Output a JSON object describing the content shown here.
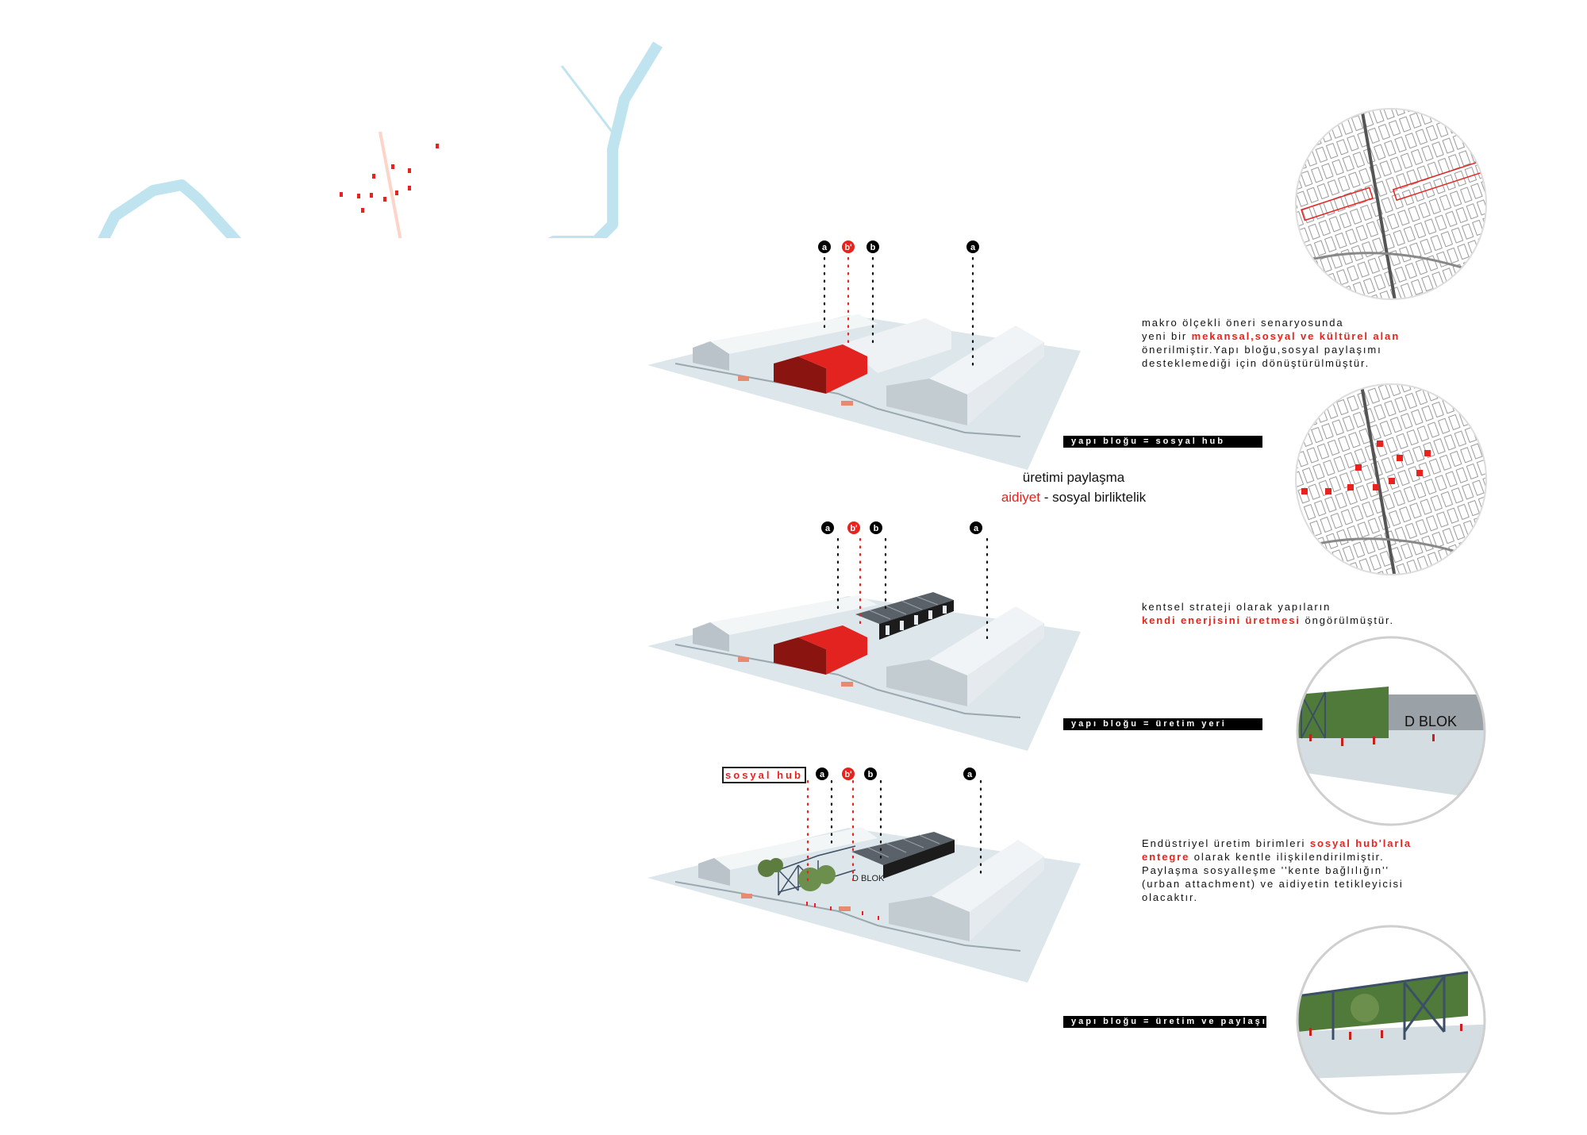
{
  "labels": {
    "a": "a",
    "b_prime": "b'",
    "b": "b"
  },
  "block1": {
    "l1": "makro ölçekli öneri senaryosunda",
    "l2a": "yeni bir ",
    "l2b": "mekansal,sosyal ve kültürel alan",
    "l3": "önerilmiştir.Yapı bloğu,sosyal paylaşımı",
    "l4": "desteklemediği için dönüştürülmüştür."
  },
  "block2": {
    "l1": "kentsel strateji olarak yapıların",
    "l2a": "kendi enerjisini üretmesi",
    "l2b": " öngörülmüştür."
  },
  "block3": {
    "l1a": "Endüstriyel üretim birimleri ",
    "l1b": "sosyal hub'larla",
    "l2a": "entegre",
    "l2b": " olarak kentle ilişkilendirilmiştir.",
    "l3": "Paylaşma sosyalleşme ''kente bağlılığın''",
    "l4": "(urban attachment) ve aidiyetin tetikleyicisi",
    "l5": "olacaktır."
  },
  "bars": [
    "yapı bloğu = sosyal hub",
    "yapı bloğu = üretim yeri",
    "yapı bloğu = üretim ve paylaşım"
  ],
  "center": {
    "line1": "üretimi paylaşma",
    "line2_red": "aidiyet",
    "line2_rest": " - sosyal birliktelik"
  },
  "hub_label": "sosyal hub",
  "render_sign": "D BLOK",
  "colors": {
    "accent_red": "#e8231e",
    "river": "#bfe4f0",
    "ground": "#dde6ea"
  }
}
